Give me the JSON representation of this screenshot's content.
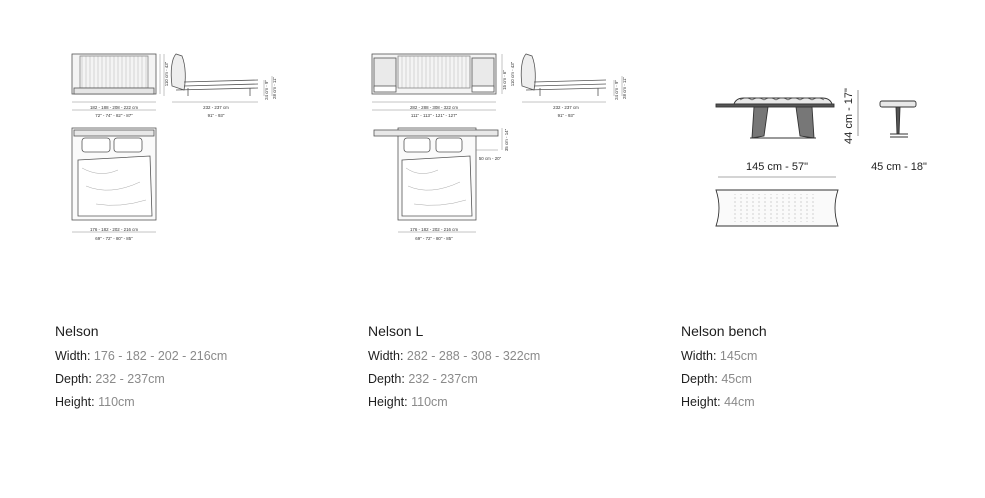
{
  "products": [
    {
      "name": "Nelson",
      "width_label": "Width:",
      "width_value": "176 - 182 - 202 - 216cm",
      "depth_label": "Depth:",
      "depth_value": "232 - 237cm",
      "height_label": "Height:",
      "height_value": "110cm"
    },
    {
      "name": "Nelson L",
      "width_label": "Width:",
      "width_value": "282 - 288 - 308 - 322cm",
      "depth_label": "Depth:",
      "depth_value": "232 - 237cm",
      "height_label": "Height:",
      "height_value": "110cm"
    },
    {
      "name": "Nelson bench",
      "width_label": "Width:",
      "width_value": "145cm",
      "depth_label": "Depth:",
      "depth_value": "45cm",
      "height_label": "Height:",
      "height_value": "44cm"
    }
  ],
  "drawings": {
    "nelson": {
      "front_width_cm": "182 - 188 - 208 - 222 cm",
      "front_width_in": "72\" - 74\" - 82\" - 87\"",
      "front_height": "110 cm - 43\"",
      "side_depth_cm": "232 - 237 cm",
      "side_depth_in": "91\" - 93\"",
      "side_h1": "24 cm - 9\"",
      "side_h2": "28 cm - 11\"",
      "plan_width_cm": "176 - 182 - 202 - 216 cm",
      "plan_width_in": "69\" - 72\" - 80\" - 85\""
    },
    "nelson_l": {
      "front_width_cm": "282 - 288 - 308 - 322 cm",
      "front_width_in": "111\" - 113\" - 121\" - 127\"",
      "front_height": "110 cm - 43\"",
      "front_h_small": "15 cm - 6\"",
      "side_depth_cm": "232 - 237 cm",
      "side_depth_in": "91\" - 93\"",
      "side_h1": "24 cm - 9\"",
      "side_h2": "28 cm - 11\"",
      "plan_table_h": "35 cm - 14\"",
      "plan_table_w": "50 cm - 20\"",
      "plan_width_cm": "176 - 182 - 202 - 216 cm",
      "plan_width_in": "69\" - 72\" - 80\" - 85\""
    },
    "bench": {
      "height": "44 cm - 17\"",
      "length": "145 cm - 57\"",
      "depth": "45 cm - 18\""
    }
  }
}
